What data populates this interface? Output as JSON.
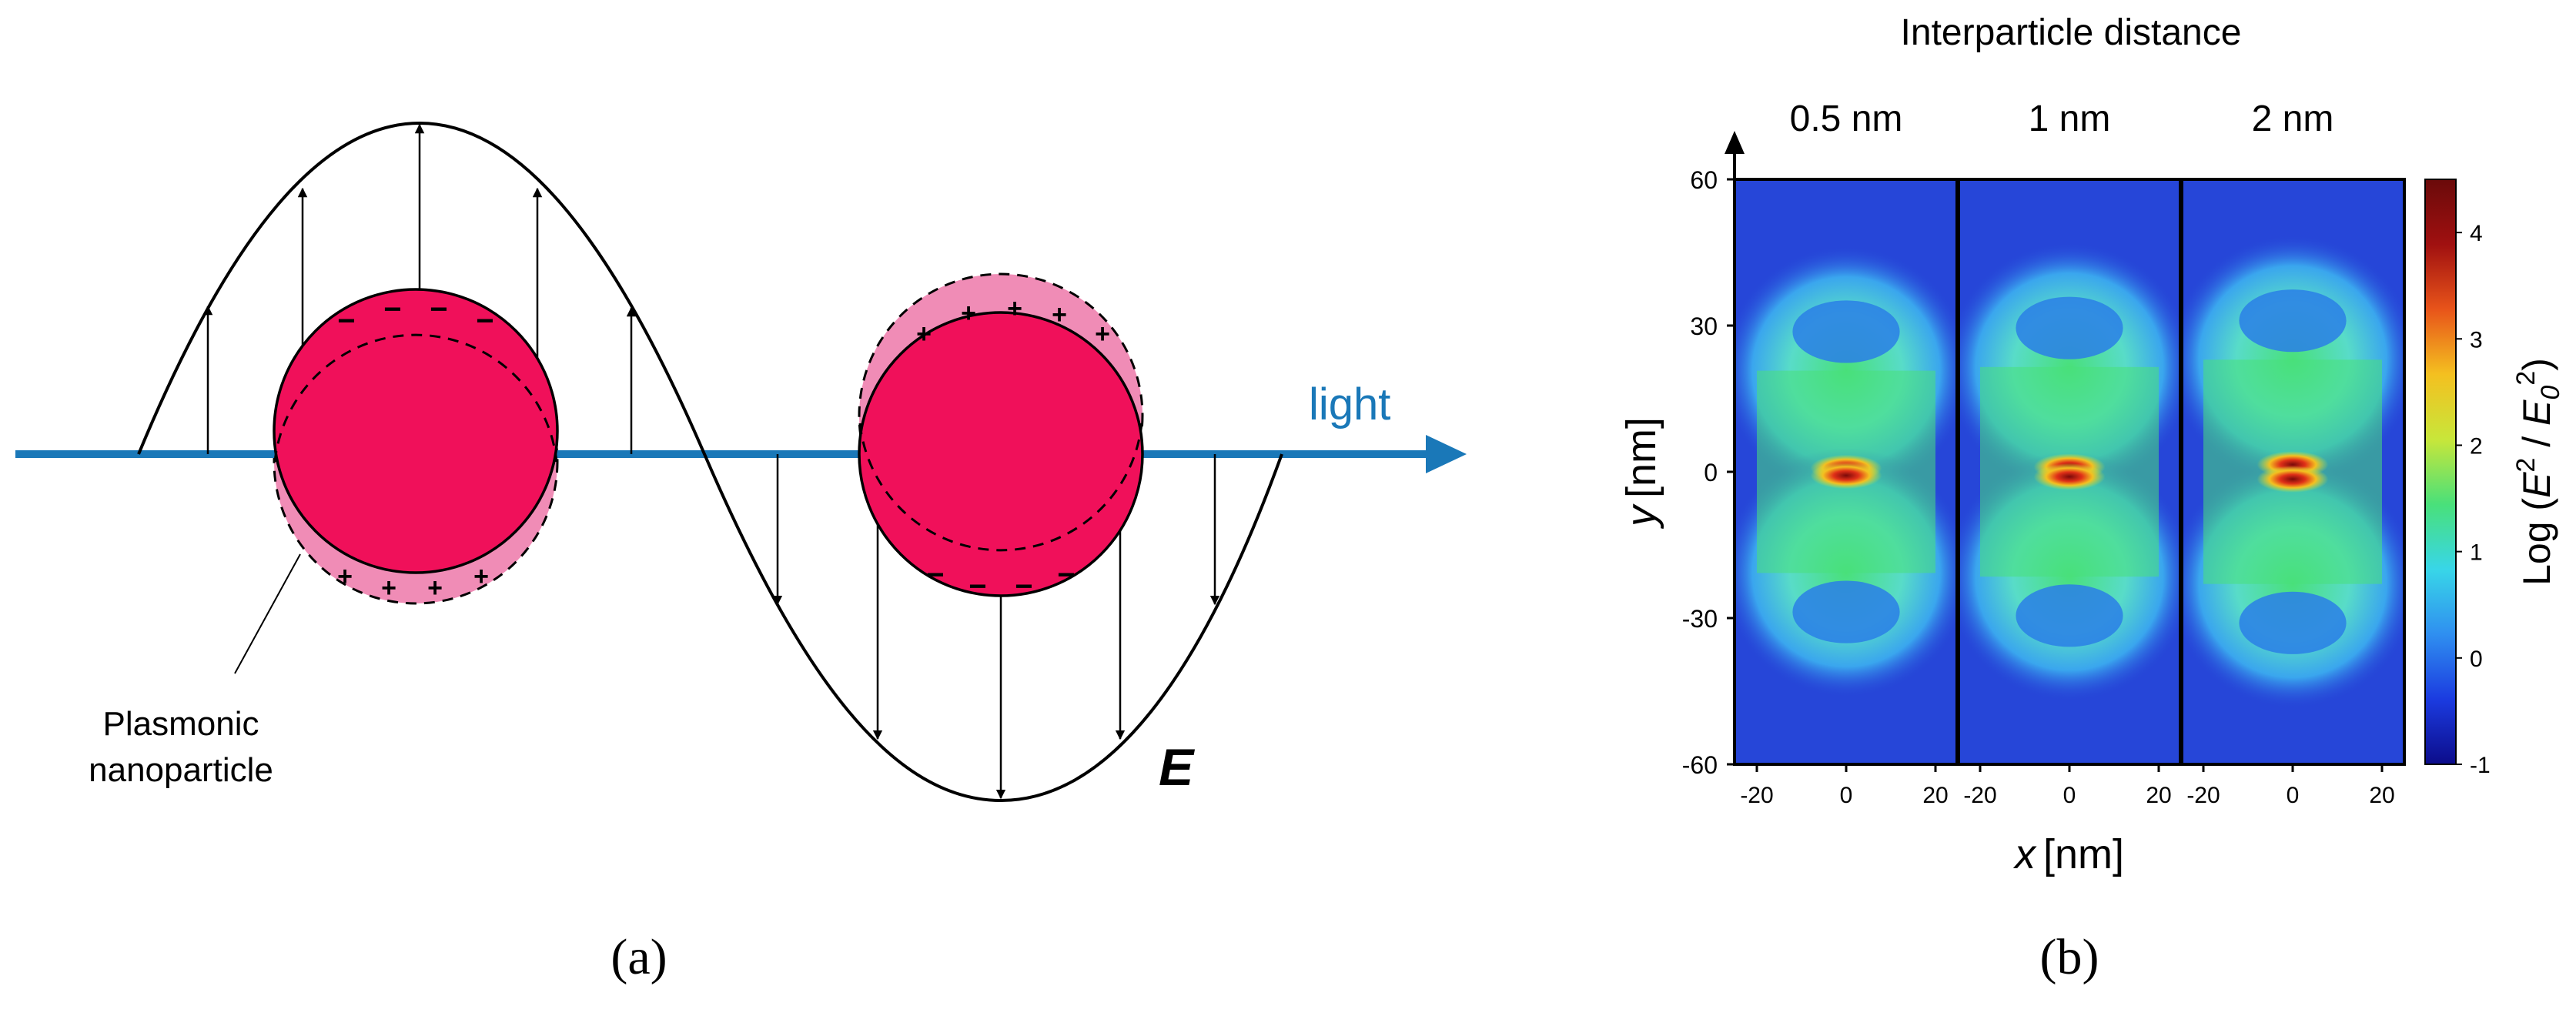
{
  "panel_a": {
    "light_label": "light",
    "particle_label_line1": "Plasmonic",
    "particle_label_line2": "nanoparticle",
    "field_label": "E",
    "caption": "(a)",
    "charge_plus": "+",
    "charge_minus": "−"
  },
  "panel_b": {
    "title": "Interparticle distance",
    "columns": [
      "0.5 nm",
      "1 nm",
      "2 nm"
    ],
    "gaps_nm": [
      0.5,
      1,
      2
    ],
    "y_axis": {
      "label_var": "y",
      "label_unit": "[nm]",
      "ticks": [
        "60",
        "30",
        "0",
        "-30",
        "-60"
      ],
      "range": [
        -60,
        60
      ]
    },
    "x_axis": {
      "label_var": "x",
      "label_unit": "[nm]",
      "ticks": [
        "-20",
        "0",
        "20"
      ],
      "range": [
        -25,
        25
      ]
    },
    "colorbar": {
      "label_prefix": "Log (",
      "label_E": "E",
      "label_sup1": "2",
      "label_mid": " / ",
      "label_E0": "E",
      "label_sub0": "0",
      "label_sup2": "2",
      "label_suffix": ")",
      "ticks": [
        "4",
        "3",
        "2",
        "1",
        "0",
        "-1"
      ],
      "range": [
        -1,
        4.5
      ],
      "colors": [
        "#0c0c8a",
        "#1b3be0",
        "#2f8ff0",
        "#38d6e8",
        "#49e07a",
        "#c8e63a",
        "#f4c020",
        "#e8541a",
        "#a01010",
        "#6a0a0a"
      ]
    },
    "caption": "(b)"
  },
  "colors": {
    "particle": "#f0105a",
    "particle_shift": "#f08cb6",
    "light_axis": "#1a78b8",
    "map_background": "#2646d8"
  }
}
